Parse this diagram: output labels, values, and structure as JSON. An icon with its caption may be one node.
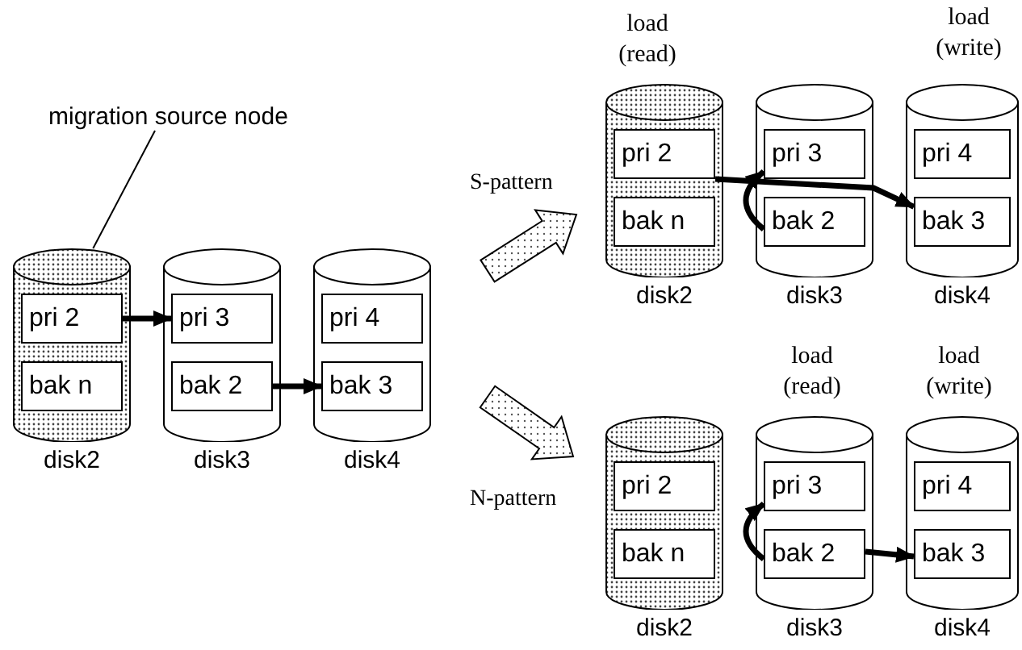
{
  "diagram": {
    "nodes": [
      {
        "text": [
          "migration source node"
        ]
      },
      {
        "text": [
          "disk2"
        ]
      },
      {
        "text": [
          "pri 2"
        ],
        "in": 1
      },
      {
        "text": [
          "bak n"
        ],
        "in": 1
      },
      {
        "text": [
          "disk3"
        ]
      },
      {
        "text": [
          "pri 3"
        ],
        "in": 4
      },
      {
        "text": [
          "bak 2"
        ],
        "in": 4
      },
      {
        "text": [
          "disk4"
        ]
      },
      {
        "text": [
          "pri 4"
        ],
        "in": 7
      },
      {
        "text": [
          "bak 3"
        ],
        "in": 7
      },
      {
        "text": [
          "disk2"
        ],
        "beside": [
          "load (read)"
        ]
      },
      {
        "text": [
          "pri 2"
        ],
        "in": 10
      },
      {
        "text": [
          "bak n"
        ],
        "in": 10
      },
      {
        "text": [
          "disk3"
        ]
      },
      {
        "text": [
          "pri 3"
        ],
        "in": 13
      },
      {
        "text": [
          "bak 2"
        ],
        "in": 13
      },
      {
        "text": [
          "disk4"
        ],
        "beside": [
          "load (write)"
        ]
      },
      {
        "text": [
          "pri 4"
        ],
        "in": 16
      },
      {
        "text": [
          "bak 3"
        ],
        "in": 16
      },
      {
        "text": [
          "disk2"
        ]
      },
      {
        "text": [
          "pri 2"
        ],
        "in": 19
      },
      {
        "text": [
          "bak n"
        ],
        "in": 19
      },
      {
        "text": [
          "disk3"
        ],
        "beside": [
          "load (read)"
        ]
      },
      {
        "text": [
          "pri 3"
        ],
        "in": 22
      },
      {
        "text": [
          "bak 2"
        ],
        "in": 22
      },
      {
        "text": [
          "disk4"
        ],
        "beside": [
          "load (write)"
        ]
      },
      {
        "text": [
          "pri 4"
        ],
        "in": 25
      },
      {
        "text": [
          "bak 3"
        ],
        "in": 25
      }
    ],
    "edges": [
      {
        "from": 0,
        "to": 1,
        "arrow": "none"
      },
      {
        "from": 2,
        "to": 5,
        "arrow": "to"
      },
      {
        "from": 6,
        "to": 9,
        "arrow": "to"
      },
      {
        "from": 11,
        "to": 18,
        "arrow": "to"
      },
      {
        "from": 15,
        "to": 14,
        "arrow": "to"
      },
      {
        "from": 24,
        "to": 23,
        "arrow": "to"
      },
      {
        "from": 24,
        "to": 27,
        "arrow": "to"
      }
    ],
    "labels": [
      "S-pattern",
      "N-pattern"
    ]
  }
}
